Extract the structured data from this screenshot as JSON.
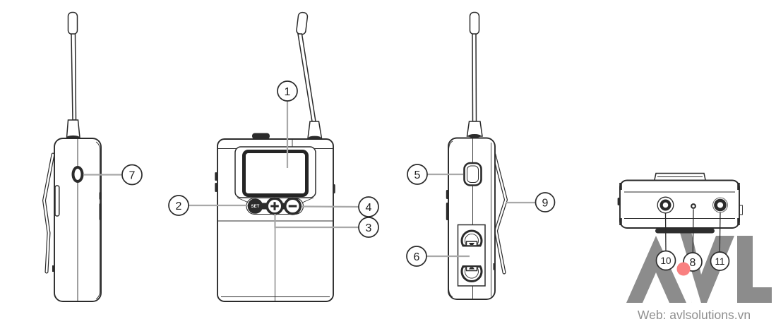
{
  "diagram": {
    "views": [
      {
        "name": "left-side-view"
      },
      {
        "name": "front-view"
      },
      {
        "name": "right-side-view"
      },
      {
        "name": "bottom-view"
      }
    ],
    "front_controls": {
      "set_label": "SET",
      "plus_button_icon": "plus-icon",
      "minus_button_icon": "minus-icon"
    },
    "callouts": [
      {
        "label": "1",
        "points_to": "display-screen"
      },
      {
        "label": "2",
        "points_to": "set-button"
      },
      {
        "label": "3",
        "points_to": "plus-button"
      },
      {
        "label": "4",
        "points_to": "minus-button"
      },
      {
        "label": "5",
        "points_to": "side-button"
      },
      {
        "label": "6",
        "points_to": "battery-compartment"
      },
      {
        "label": "7",
        "points_to": "side-oval-button"
      },
      {
        "label": "8",
        "points_to": "bottom-small-hole"
      },
      {
        "label": "9",
        "points_to": "belt-clip"
      },
      {
        "label": "10",
        "points_to": "bottom-left-jack"
      },
      {
        "label": "11",
        "points_to": "bottom-right-jack"
      }
    ]
  },
  "watermark": {
    "logo_text": "AVL",
    "web_label": "Web: avlsolutions.vn"
  },
  "colors": {
    "line": "#2b2b2b",
    "leader_gray": "#a8a8a8",
    "logo_gray": "#8c8c8c",
    "accent_red": "#f98080",
    "web_text_gray": "#8f8f8f"
  }
}
